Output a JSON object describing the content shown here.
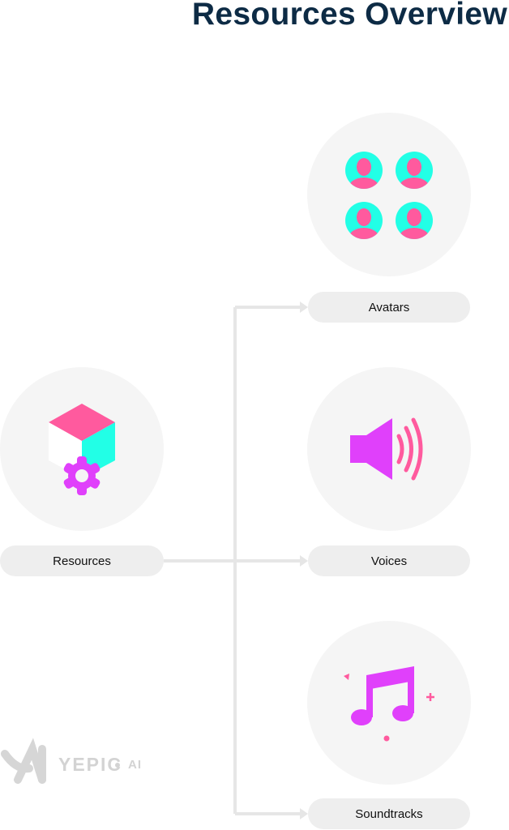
{
  "title": "Resources Overview",
  "nodes": {
    "root": {
      "label": "Resources",
      "icon": "cube-gear-icon"
    },
    "children": [
      {
        "label": "Avatars",
        "icon": "avatars-icon"
      },
      {
        "label": "Voices",
        "icon": "speaker-icon"
      },
      {
        "label": "Soundtracks",
        "icon": "music-note-icon"
      }
    ]
  },
  "logo": {
    "name": "YEPIC",
    "suffix": "AI"
  },
  "colors": {
    "title": "#0d2b45",
    "pink": "#ff5a9e",
    "cyan": "#22ffe6",
    "magenta": "#e040fb",
    "connector": "#e8e8e8"
  }
}
